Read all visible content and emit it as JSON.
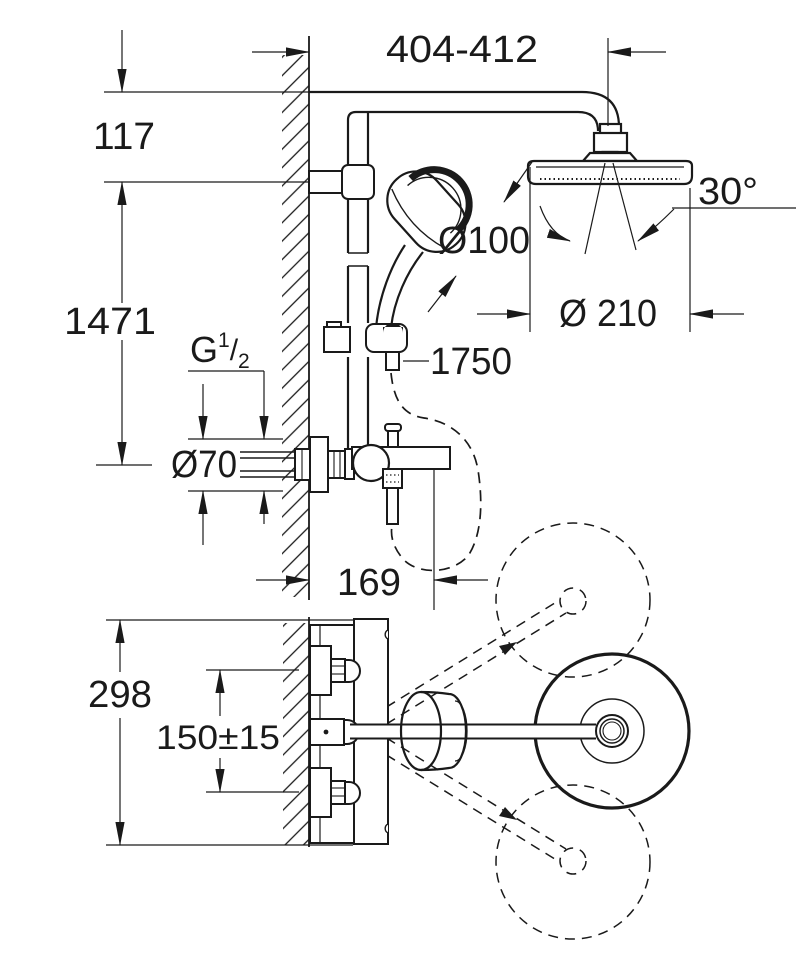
{
  "drawing": {
    "type": "technical-installation-drawing",
    "subject": "wall-mounted shower system with head shower, hand shower and bath mixer",
    "colors": {
      "line": "#1a1a1a",
      "background": "#ffffff"
    },
    "front_view": {
      "span_top": "404-412",
      "offset_top": "117",
      "height_total": "1471",
      "thread": {
        "base": "G",
        "sup": "1",
        "slash": "/",
        "sub": "2"
      },
      "escutcheon_dia": "Ø70",
      "hand_shower_dia": "Ø100",
      "hose_length": "1750",
      "head_shower_dia": "Ø 210",
      "swivel_angle": "30°",
      "spout_projection": "169"
    },
    "bottom_view": {
      "total_depth": "298",
      "inlet_distance": "150±15"
    }
  }
}
